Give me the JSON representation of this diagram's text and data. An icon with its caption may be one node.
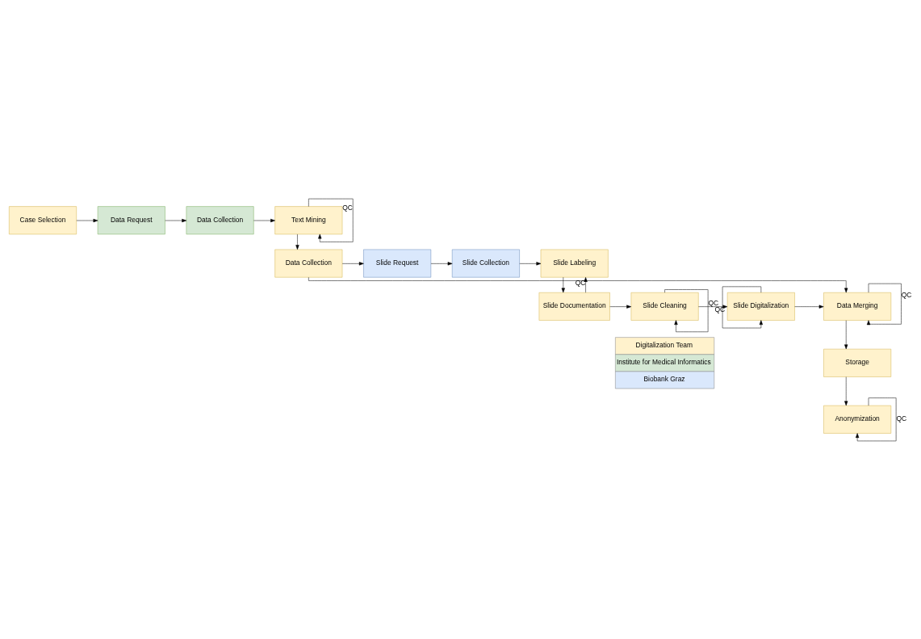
{
  "diagram": {
    "nodes": [
      {
        "text": [
          "Case Selection"
        ]
      },
      {
        "text": [
          "Data Request"
        ]
      },
      {
        "text": [
          "Data Collection"
        ]
      },
      {
        "text": [
          "Text Mining"
        ]
      },
      {
        "text": [
          "Data Collection"
        ]
      },
      {
        "text": [
          "Slide Request"
        ]
      },
      {
        "text": [
          "Slide Collection"
        ]
      },
      {
        "text": [
          "Slide Labeling"
        ]
      },
      {
        "text": [
          "Slide Documentation"
        ]
      },
      {
        "text": [
          "Slide Cleaning"
        ]
      },
      {
        "text": [
          "Slide Digitalization"
        ]
      },
      {
        "text": [
          "Data Merging"
        ]
      },
      {
        "text": [
          "Storage"
        ]
      },
      {
        "text": [
          "Anonymization"
        ]
      }
    ],
    "edges": [
      {
        "from": 0,
        "to": 1,
        "arrow": "to"
      },
      {
        "from": 1,
        "to": 2,
        "arrow": "to"
      },
      {
        "from": 2,
        "to": 3,
        "arrow": "to"
      },
      {
        "from": 3,
        "to": 3,
        "arrow": "to",
        "label": "QC"
      },
      {
        "from": 3,
        "to": 4,
        "arrow": "to"
      },
      {
        "from": 4,
        "to": 5,
        "arrow": "to"
      },
      {
        "from": 5,
        "to": 6,
        "arrow": "to"
      },
      {
        "from": 6,
        "to": 7,
        "arrow": "to"
      },
      {
        "from": 7,
        "to": 8,
        "arrow": "to"
      },
      {
        "from": 8,
        "to": 7,
        "arrow": "to",
        "label": "QC"
      },
      {
        "from": 8,
        "to": 9,
        "arrow": "to"
      },
      {
        "from": 9,
        "to": 9,
        "arrow": "to",
        "label": "QC"
      },
      {
        "from": 9,
        "to": 10,
        "arrow": "to"
      },
      {
        "from": 10,
        "to": 10,
        "arrow": "to",
        "label": "QC"
      },
      {
        "from": 10,
        "to": 11,
        "arrow": "to"
      },
      {
        "from": 4,
        "to": 11,
        "arrow": "to"
      },
      {
        "from": 11,
        "to": 11,
        "arrow": "to",
        "label": "QC"
      },
      {
        "from": 11,
        "to": 12,
        "arrow": "to"
      },
      {
        "from": 12,
        "to": 13,
        "arrow": "to"
      },
      {
        "from": 13,
        "to": 13,
        "arrow": "to",
        "label": "QC"
      }
    ],
    "legend": [
      {
        "text": "Digitalization Team",
        "color": "#fff2cc"
      },
      {
        "text": "Institute for Medical Informatics",
        "color": "#d5e8d4"
      },
      {
        "text": "Biobank Graz",
        "color": "#dae8fc"
      }
    ]
  }
}
